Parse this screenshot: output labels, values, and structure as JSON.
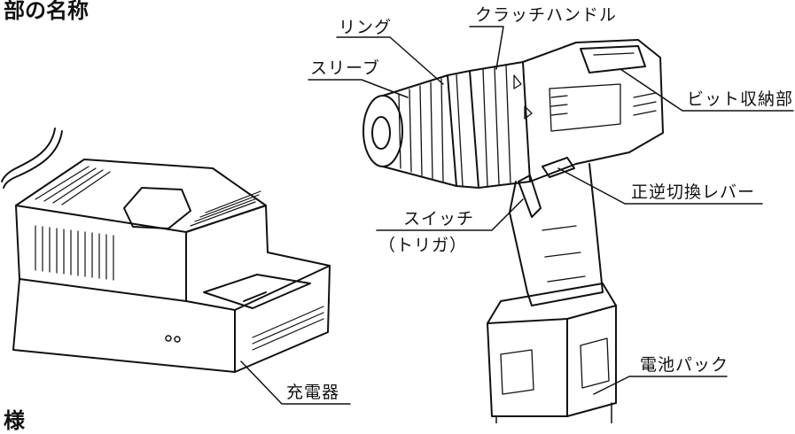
{
  "heading_top": "部の名称",
  "heading_bottom": "様",
  "labels": {
    "ring": "リング",
    "clutch_handle": "クラッチハンドル",
    "sleeve": "スリーブ",
    "bit_storage": "ビット収納部",
    "reverse_lever": "正逆切換レバー",
    "switch": "スイッチ",
    "trigger": "（トリガ）",
    "battery_pack": "電池パック",
    "charger": "充電器"
  },
  "colors": {
    "line": "#111111",
    "background": "#ffffff"
  }
}
